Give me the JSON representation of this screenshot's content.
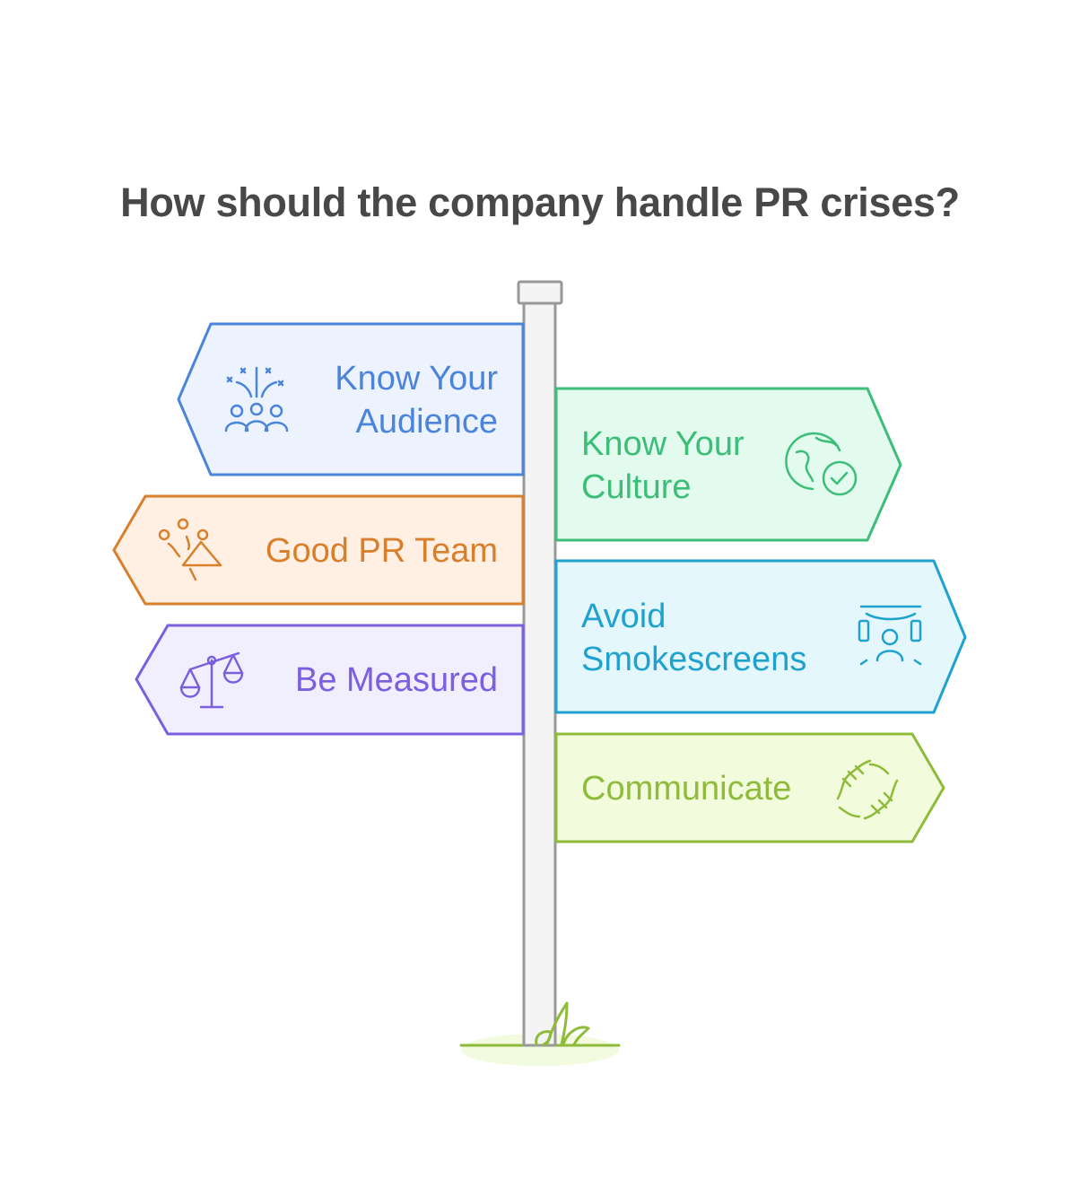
{
  "title": "How should the company handle PR crises?",
  "signs": {
    "audience": {
      "lines": [
        "Know Your",
        "Audience"
      ],
      "icon": "audience-icon",
      "color": "#4a84db",
      "fill": "#ecf3fe"
    },
    "culture": {
      "lines": [
        "Know Your",
        "Culture"
      ],
      "icon": "globe-check-icon",
      "color": "#3cbd78",
      "fill": "#e2fbee"
    },
    "pr_team": {
      "lines": [
        "Good PR Team"
      ],
      "icon": "megaphone-team-icon",
      "color": "#d97f2c",
      "fill": "#fff0e3"
    },
    "smokescreens": {
      "lines": [
        "Avoid",
        "Smokescreens"
      ],
      "icon": "person-focus-icon",
      "color": "#1fa2cf",
      "fill": "#e3f7fd"
    },
    "measured": {
      "lines": [
        "Be Measured"
      ],
      "icon": "balance-scale-icon",
      "color": "#7a5fe0",
      "fill": "#f1eefd"
    },
    "communicate": {
      "lines": [
        "Communicate"
      ],
      "icon": "handshake-icon",
      "color": "#8fbb3a",
      "fill": "#f2fcdc"
    }
  }
}
